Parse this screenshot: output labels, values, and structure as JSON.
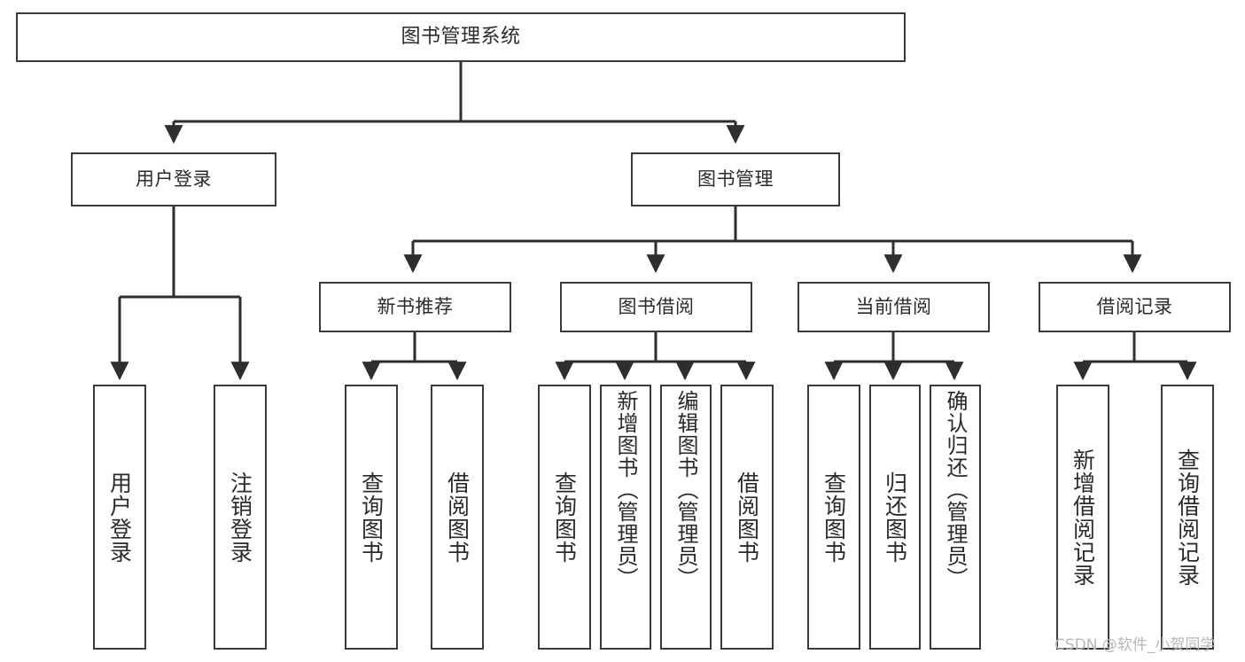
{
  "diagram": {
    "title": "图书管理系统",
    "type": "hierarchy-tree",
    "watermark": "CSDN @软件_小贺同学",
    "colors": {
      "stroke": "#3a3a3a",
      "fill": "#ffffff",
      "text": "#2b2b2b",
      "watermark": "#b8b8b8"
    },
    "nodes": {
      "root": {
        "label": "图书管理系统"
      },
      "level2": [
        {
          "label": "用户登录"
        },
        {
          "label": "图书管理"
        }
      ],
      "level3": [
        {
          "label": "新书推荐"
        },
        {
          "label": "图书借阅"
        },
        {
          "label": "当前借阅"
        },
        {
          "label": "借阅记录"
        }
      ],
      "leaves": {
        "user_login": [
          {
            "label": "用户登录"
          },
          {
            "label": "注销登录"
          }
        ],
        "new_book_recommend": [
          {
            "label": "查询图书"
          },
          {
            "label": "借阅图书"
          }
        ],
        "book_borrow": [
          {
            "label": "查询图书"
          },
          {
            "label": "新增图书（管理员）"
          },
          {
            "label": "编辑图书（管理员）"
          },
          {
            "label": "借阅图书"
          }
        ],
        "current_borrow": [
          {
            "label": "查询图书"
          },
          {
            "label": "归还图书"
          },
          {
            "label": "确认归还（管理员）"
          }
        ],
        "borrow_record": [
          {
            "label": "新增借阅记录"
          },
          {
            "label": "查询借阅记录"
          }
        ]
      }
    }
  }
}
